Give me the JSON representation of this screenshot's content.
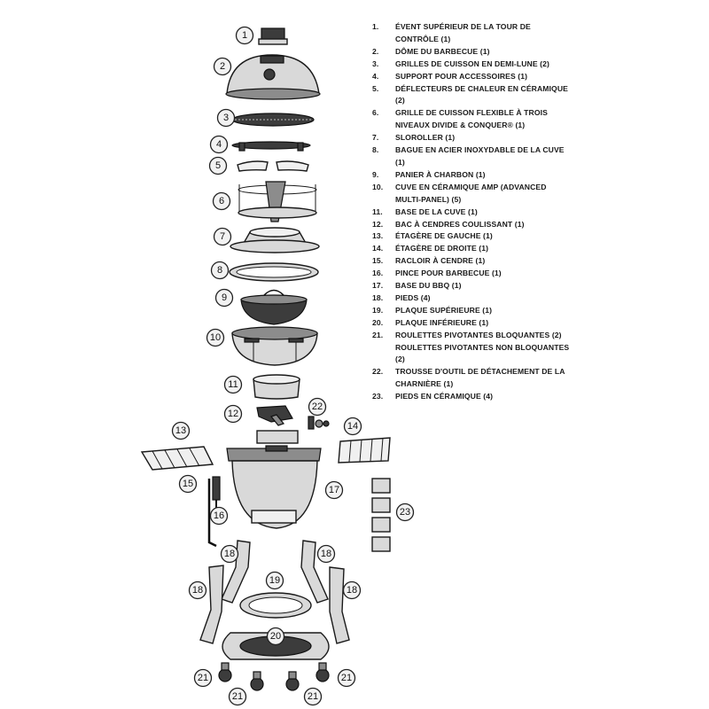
{
  "legend": [
    {
      "num": "1.",
      "text": "ÉVENT SUPÉRIEUR DE LA TOUR DE CONTRÔLE (1)"
    },
    {
      "num": "2.",
      "text": "DÔME DU BARBECUE (1)"
    },
    {
      "num": "3.",
      "text": "GRILLES DE CUISSON EN DEMI-LUNE (2)"
    },
    {
      "num": "4.",
      "text": "SUPPORT POUR ACCESSOIRES (1)"
    },
    {
      "num": "5.",
      "text": "DÉFLECTEURS DE CHALEUR EN CÉRAMIQUE (2)"
    },
    {
      "num": "6.",
      "text": "GRILLE DE CUISSON FLEXIBLE À TROIS NIVEAUX DIVIDE & CONQUER® (1)"
    },
    {
      "num": "7.",
      "text": "SLOROLLER (1)"
    },
    {
      "num": "8.",
      "text": "BAGUE EN ACIER INOXYDABLE DE LA CUVE (1)"
    },
    {
      "num": "9.",
      "text": "PANIER À CHARBON (1)"
    },
    {
      "num": "10.",
      "text": "CUVE EN CÉRAMIQUE AMP (ADVANCED MULTI-PANEL) (5)"
    },
    {
      "num": "11.",
      "text": "BASE DE LA CUVE (1)"
    },
    {
      "num": "12.",
      "text": "BAC À CENDRES COULISSANT (1)"
    },
    {
      "num": "13.",
      "text": "ÉTAGÈRE DE GAUCHE (1)"
    },
    {
      "num": "14.",
      "text": "ÉTAGÈRE DE DROITE (1)"
    },
    {
      "num": "15.",
      "text": "RACLOIR À CENDRE (1)"
    },
    {
      "num": "16.",
      "text": "PINCE POUR BARBECUE (1)"
    },
    {
      "num": "17.",
      "text": " BASE DU BBQ (1)"
    },
    {
      "num": "18.",
      "text": "PIEDS (4)"
    },
    {
      "num": "19.",
      "text": "PLAQUE SUPÉRIEURE (1)"
    },
    {
      "num": "20.",
      "text": "PLAQUE INFÉRIEURE (1)"
    },
    {
      "num": "21.",
      "text": "ROULETTES PIVOTANTES BLOQUANTES (2) ROULETTES PIVOTANTES NON BLOQUANTES (2)"
    },
    {
      "num": "22.",
      "text": "TROUSSE D'OUTIL DE DÉTACHEMENT DE LA CHARNIÈRE (1)"
    },
    {
      "num": "23.",
      "text": " PIEDS EN CÉRAMIQUE (4)"
    }
  ],
  "callouts": [
    "1",
    "2",
    "3",
    "4",
    "5",
    "6",
    "7",
    "8",
    "9",
    "10",
    "11",
    "12",
    "13",
    "14",
    "15",
    "16",
    "17",
    "18",
    "18",
    "18",
    "18",
    "19",
    "20",
    "21",
    "21",
    "21",
    "21",
    "22",
    "23"
  ]
}
